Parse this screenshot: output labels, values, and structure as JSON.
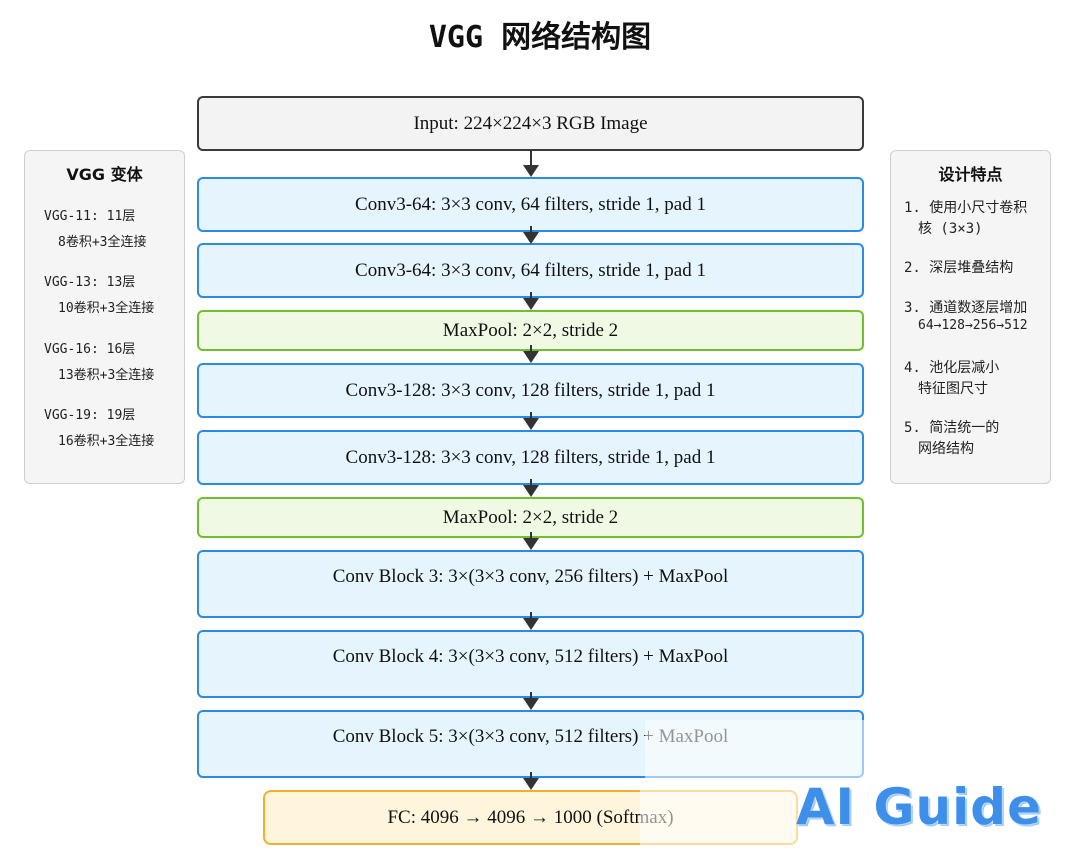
{
  "title": "VGG 网络结构图",
  "layers": [
    {
      "label": "Input: 224×224×3 RGB Image"
    },
    {
      "label": "Conv3-64: 3×3 conv, 64 filters, stride 1, pad 1"
    },
    {
      "label": "Conv3-64: 3×3 conv, 64 filters, stride 1, pad 1"
    },
    {
      "label": "MaxPool: 2×2, stride 2"
    },
    {
      "label": "Conv3-128: 3×3 conv, 128 filters, stride 1, pad 1"
    },
    {
      "label": "Conv3-128: 3×3 conv, 128 filters, stride 1, pad 1"
    },
    {
      "label": "MaxPool: 2×2, stride 2"
    },
    {
      "label": "Conv Block 3: 3×(3×3 conv, 256 filters) + MaxPool"
    },
    {
      "label": "Conv Block 4: 3×(3×3 conv, 512 filters) + MaxPool"
    },
    {
      "label": "Conv Block 5: 3×(3×3 conv, 512 filters) + MaxPool"
    },
    {
      "label": "FC: 4096 → 4096 → 1000 (Softmax)"
    }
  ],
  "variants": {
    "title": "VGG 变体",
    "items": [
      {
        "name": "VGG-11: 11层",
        "detail": "8卷积+3全连接"
      },
      {
        "name": "VGG-13: 13层",
        "detail": "10卷积+3全连接"
      },
      {
        "name": "VGG-16: 16层",
        "detail": "13卷积+3全连接"
      },
      {
        "name": "VGG-19: 19层",
        "detail": "16卷积+3全连接"
      }
    ]
  },
  "features": {
    "title": "设计特点",
    "items": [
      {
        "line1": "1. 使用小尺寸卷积",
        "line2": "核 (3×3)"
      },
      {
        "line1": "2. 深层堆叠结构",
        "line2": ""
      },
      {
        "line1": "3. 通道数逐层增加",
        "line2": "64→128→256→512"
      },
      {
        "line1": "4. 池化层减小",
        "line2": "特征图尺寸"
      },
      {
        "line1": "5. 简洁统一的",
        "line2": "网络结构"
      }
    ]
  },
  "watermark": "AI Guide",
  "colors": {
    "input_border": "#3a3a3a",
    "conv_fill": "#e5f4fd",
    "conv_border": "#2b8ae6",
    "pool_fill": "#f0f9e4",
    "pool_border": "#6ec02e",
    "fc_fill": "#fff5dd",
    "fc_border": "#f0b02e",
    "watermark": "#3d8fea"
  }
}
